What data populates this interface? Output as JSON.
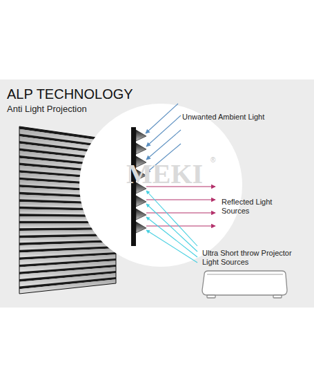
{
  "diagram": {
    "title": "ALP TECHNOLOGY",
    "labels": [
      "Anti Light Projection",
      "Unwanted Ambient Light",
      "Reflected Light Sources",
      "Ultra Short throw Projector Light Sources",
      "MEKI",
      "®"
    ]
  }
}
